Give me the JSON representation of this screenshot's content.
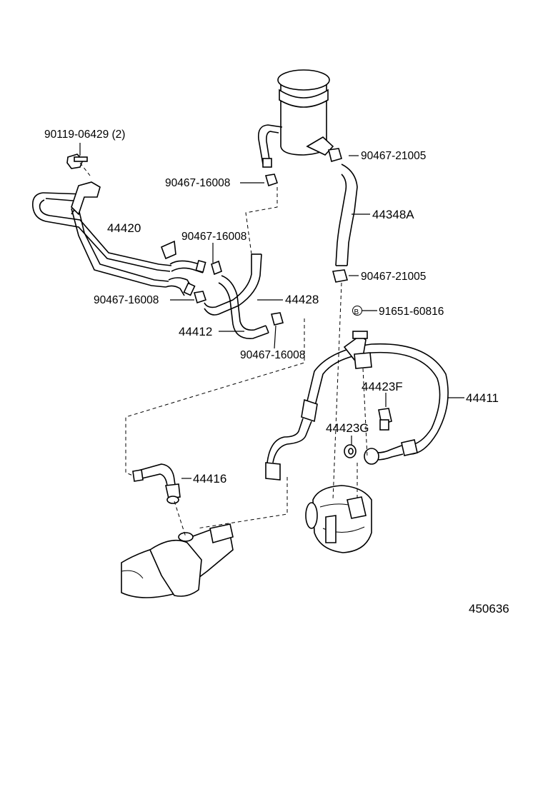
{
  "callouts": {
    "bolt_90119": "90119-06429 (2)",
    "clip_90467_16008_top": "90467-16008",
    "clip_90467_21005_top": "90467-21005",
    "hose_44348a": "44348A",
    "tube_44420": "44420",
    "clip_90467_16008_mid": "90467-16008",
    "clip_90467_21005_mid": "90467-21005",
    "clip_90467_16008_left": "90467-16008",
    "hose_44428": "44428",
    "bolt_91651": "91651-60816",
    "bolt_marker": "B",
    "hose_44412": "44412",
    "clip_90467_16008_low": "90467-16008",
    "union_44423f": "44423F",
    "hose_44411": "44411",
    "gasket_44423g": "44423G",
    "tube_44416": "44416"
  },
  "diagram_code": "450636"
}
